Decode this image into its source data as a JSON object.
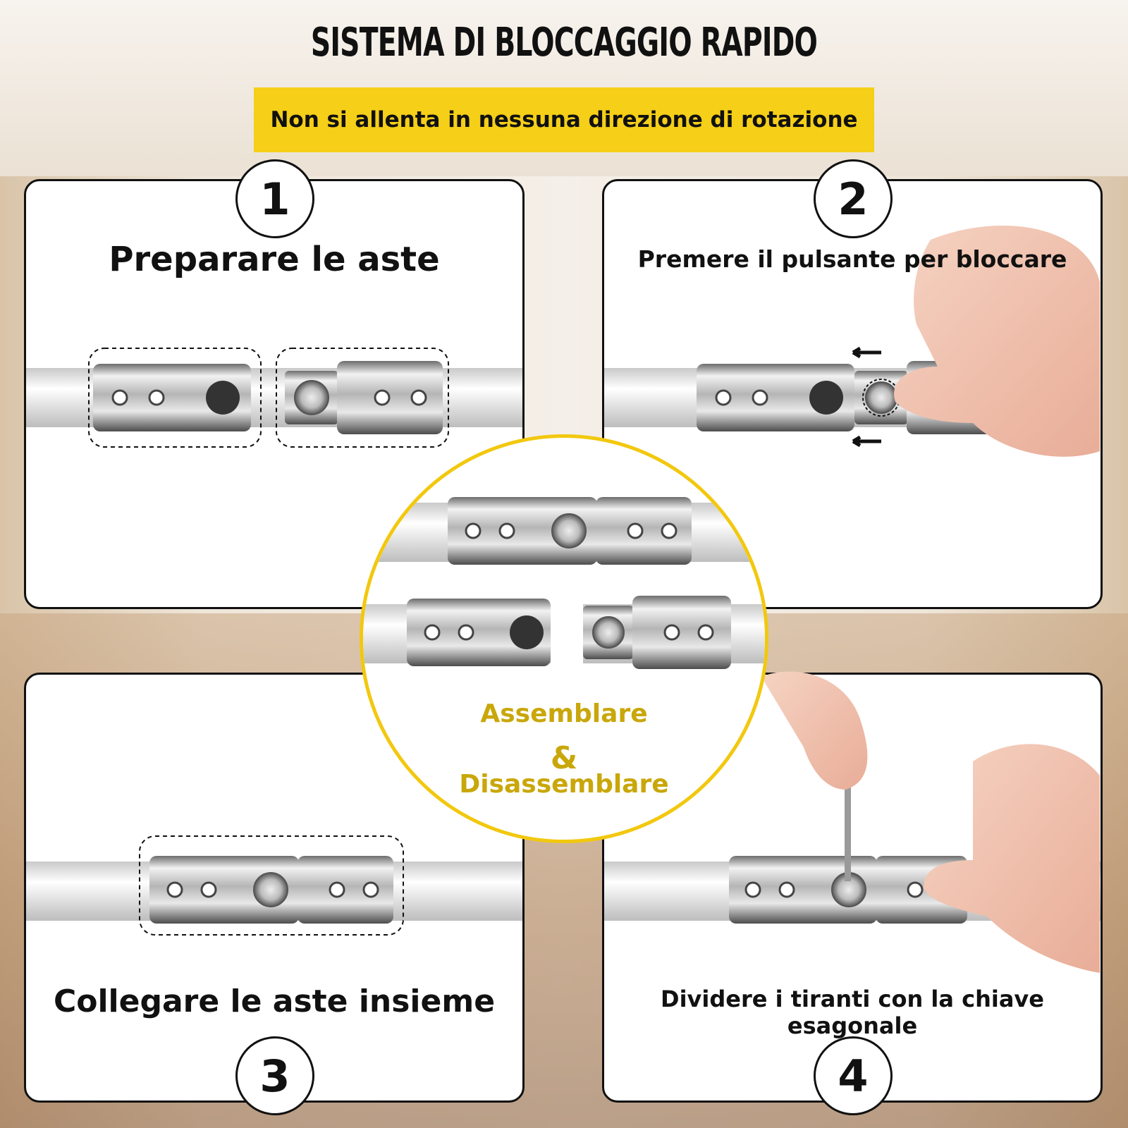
{
  "title": "SISTEMA DI BLOCCAGGIO RAPIDO",
  "subtitle": "Non si allenta in nessuna direzione di rotazione",
  "steps": [
    {
      "number": "1",
      "caption": "Preparare le aste"
    },
    {
      "number": "2",
      "caption": "Premere il pulsante per bloccare"
    },
    {
      "number": "3",
      "caption": "Collegare le aste insieme"
    },
    {
      "number": "4",
      "caption": "Dividere i tiranti con la chiave esagonale"
    }
  ],
  "center": {
    "line1": "Assemblare",
    "line2": "&",
    "line3": "Disassemblare"
  },
  "colors": {
    "accent": "#f5cf18",
    "center_text": "#c9a70a",
    "border": "#111111"
  }
}
